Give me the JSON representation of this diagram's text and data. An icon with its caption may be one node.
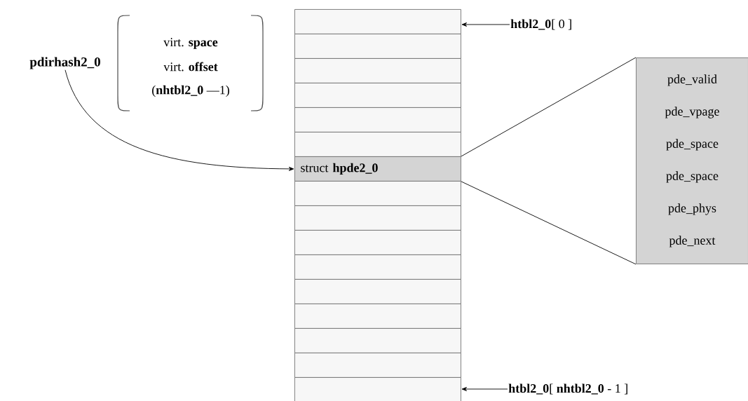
{
  "diagram": {
    "nodes": [
      {
        "text": [
          "pdirhash2_0"
        ]
      },
      {
        "text": [],
        "shape": "box"
      },
      {
        "text": [],
        "shape": "box"
      },
      {
        "text": [],
        "shape": "box"
      },
      {
        "text": [],
        "shape": "box"
      },
      {
        "text": [],
        "shape": "box"
      },
      {
        "text": [],
        "shape": "box"
      },
      {
        "text": [
          "struct **hpde2_0**"
        ]
      },
      {
        "text": [],
        "shape": "box"
      },
      {
        "text": [],
        "shape": "box"
      },
      {
        "text": [],
        "shape": "box"
      },
      {
        "text": [],
        "shape": "box"
      },
      {
        "text": [],
        "shape": "box"
      },
      {
        "text": [],
        "shape": "box"
      },
      {
        "text": [],
        "shape": "box"
      },
      {
        "text": [],
        "shape": "box"
      },
      {
        "text": [],
        "shape": "box"
      },
      {
        "text": [
          "pde_valid",
          "pde_vpage",
          "pde_space",
          "pde_space",
          "pde_phys",
          "pde_next"
        ]
      },
      {
        "text": [
          "**htbl2_0**[ 0 ]"
        ]
      },
      {
        "text": [
          "**htbl2_0**[ **nhtbl2_0** - 1 ]"
        ]
      }
    ],
    "edges": [
      {
        "from": 0,
        "to": 7,
        "arrow": "to"
      },
      {
        "from": 18,
        "to": 1,
        "arrow": "to"
      },
      {
        "from": 19,
        "to": 16,
        "arrow": "to"
      },
      {
        "from": 7,
        "to": 17,
        "arrow": "none"
      },
      {
        "from": 7,
        "to": 17,
        "arrow": "none"
      }
    ],
    "labels": [
      "virt. **space**",
      "virt. **offset**",
      "(**nhtbl2_0** —1)"
    ]
  }
}
